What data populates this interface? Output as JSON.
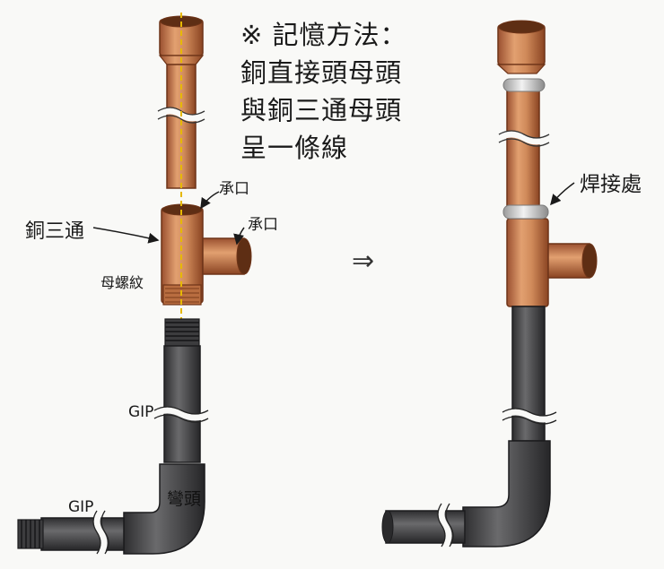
{
  "memo": {
    "title": "※ 記憶方法：",
    "lines": [
      "銅直接頭母頭",
      "與銅三通母頭",
      "呈一條線"
    ]
  },
  "labels": {
    "socket_top": "承口",
    "socket_side": "承口",
    "copper_tee": "銅三通",
    "female_thread": "母螺紋",
    "gip_upper": "GIP",
    "gip_lower": "GIP",
    "elbow": "彎頭",
    "weld_point": "焊接處",
    "arrow": "⇒"
  },
  "colors": {
    "copper": "#c97a4a",
    "copper_dark": "#8e4a25",
    "steel": "#4a4a4c",
    "steel_dark": "#2a2a2c",
    "weld": "#cfcfcf",
    "axis": "#e6b800"
  }
}
